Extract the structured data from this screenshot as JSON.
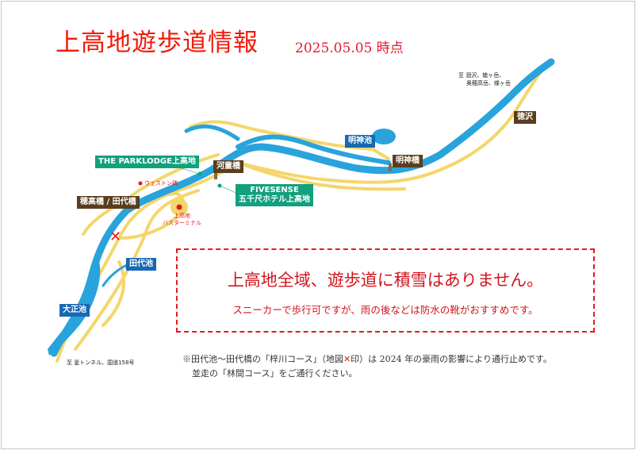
{
  "header": {
    "title": "上高地遊歩道情報",
    "date": "2025.05.05 時点"
  },
  "map": {
    "labels": {
      "parklodge": "THE PARKLODGE上高地",
      "kappabashi": "河童橋",
      "fivesense_line1": "FIVESENSE",
      "fivesense_line2": "五千尺ホテル上高地",
      "hotaka_bridge": "穂高橋 / 田代橋",
      "weston": "ウェストン碑",
      "terminal_line1": "上高地",
      "terminal_line2": "バスターミナル",
      "taishoike": "大正池",
      "tashiroike": "田代池",
      "myojinike": "明神池",
      "myojinbashi": "明神橋",
      "tokusawa": "徳沢",
      "to_north_line1": "至 涸沢、槍ヶ岳、",
      "to_north_line2": "奥穂高岳、蝶ヶ岳",
      "to_south": "至 釜トンネル、国道158号",
      "closed_mark": "✕"
    },
    "colors": {
      "river": "#29a3dc",
      "trail": "#f4d66a",
      "alert": "#e8181a"
    }
  },
  "notice": {
    "main": "上高地全域、遊歩道に積雪はありません。",
    "sub": "スニーカーで歩行可ですが、雨の後などは防水の靴がおすすめです。"
  },
  "footnote": {
    "line1_a": "※田代池～田代橋の「梓川コース」（地図",
    "line1_mark": "✕",
    "line1_b": "印）は 2024 年の豪雨の影響により通行止めです。",
    "line2": "並走の「林間コース」をご通行ください。"
  }
}
